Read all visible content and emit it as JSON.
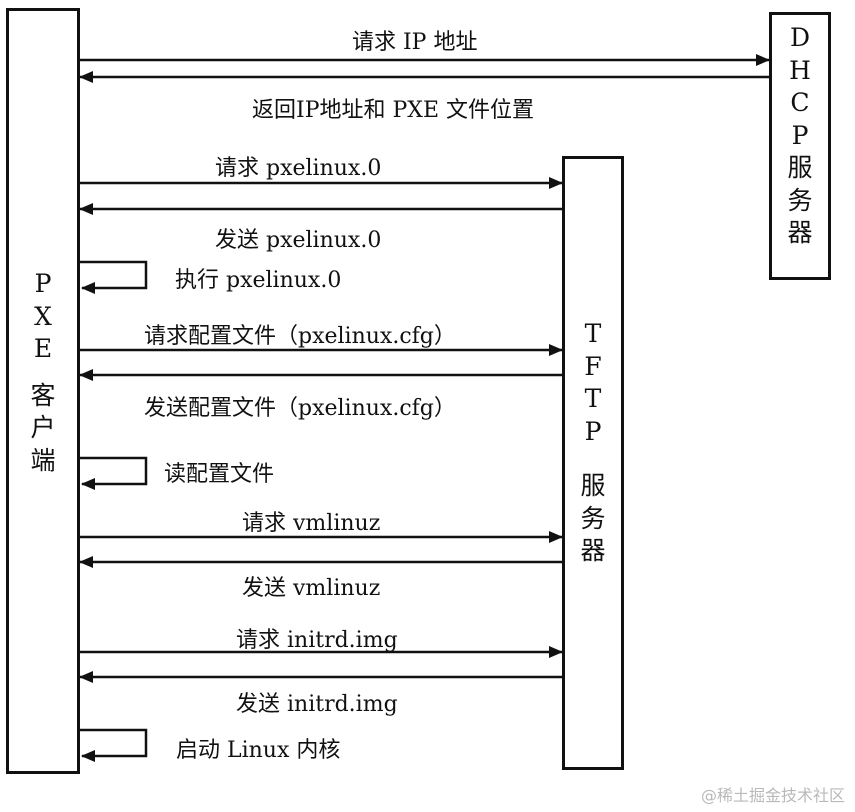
{
  "participants": {
    "pxe_client": {
      "chars": [
        "P",
        "X",
        "E",
        "",
        "客",
        "户",
        "端"
      ]
    },
    "tftp_server": {
      "chars": [
        "T",
        "F",
        "T",
        "P",
        "",
        "服",
        "务",
        "器"
      ]
    },
    "dhcp_server": {
      "chars": [
        "D",
        "H",
        "C",
        "P",
        "服",
        "务",
        "器"
      ]
    }
  },
  "messages": [
    {
      "label": "请求 IP 地址",
      "from": "pxe_client",
      "to": "dhcp_server"
    },
    {
      "label": "返回IP地址和 PXE 文件位置",
      "from": "dhcp_server",
      "to": "pxe_client"
    },
    {
      "label": "请求 pxelinux.0",
      "from": "pxe_client",
      "to": "tftp_server"
    },
    {
      "label": "发送 pxelinux.0",
      "from": "tftp_server",
      "to": "pxe_client"
    },
    {
      "label": "执行 pxelinux.0",
      "from": "pxe_client",
      "to": "pxe_client"
    },
    {
      "label": "请求配置文件（pxelinux.cfg）",
      "from": "pxe_client",
      "to": "tftp_server"
    },
    {
      "label": "发送配置文件（pxelinux.cfg）",
      "from": "tftp_server",
      "to": "pxe_client"
    },
    {
      "label": "读配置文件",
      "from": "pxe_client",
      "to": "pxe_client"
    },
    {
      "label": "请求 vmlinuz",
      "from": "pxe_client",
      "to": "tftp_server"
    },
    {
      "label": "发送 vmlinuz",
      "from": "tftp_server",
      "to": "pxe_client"
    },
    {
      "label": "请求 initrd.img",
      "from": "pxe_client",
      "to": "tftp_server"
    },
    {
      "label": "发送 initrd.img",
      "from": "tftp_server",
      "to": "pxe_client"
    },
    {
      "label": "启动 Linux 内核",
      "from": "pxe_client",
      "to": "pxe_client"
    }
  ],
  "watermark": "@稀土掘金技术社区"
}
